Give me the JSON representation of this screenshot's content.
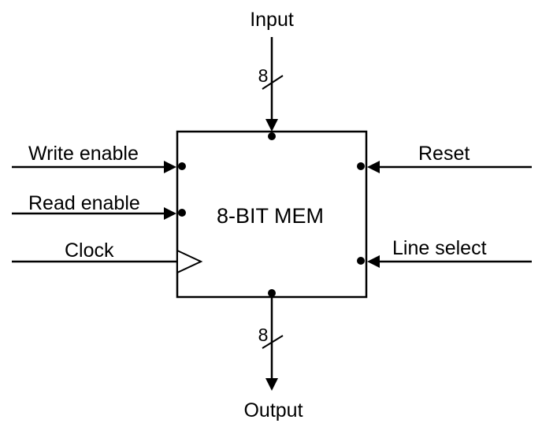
{
  "block": {
    "label": "8-BIT MEM"
  },
  "ports": {
    "input": "Input",
    "output": "Output",
    "write_enable": "Write enable",
    "read_enable": "Read enable",
    "clock": "Clock",
    "reset": "Reset",
    "line_select": "Line select"
  },
  "buses": {
    "input_width": "8",
    "output_width": "8"
  },
  "colors": {
    "stroke": "#000000",
    "background": "#ffffff"
  }
}
